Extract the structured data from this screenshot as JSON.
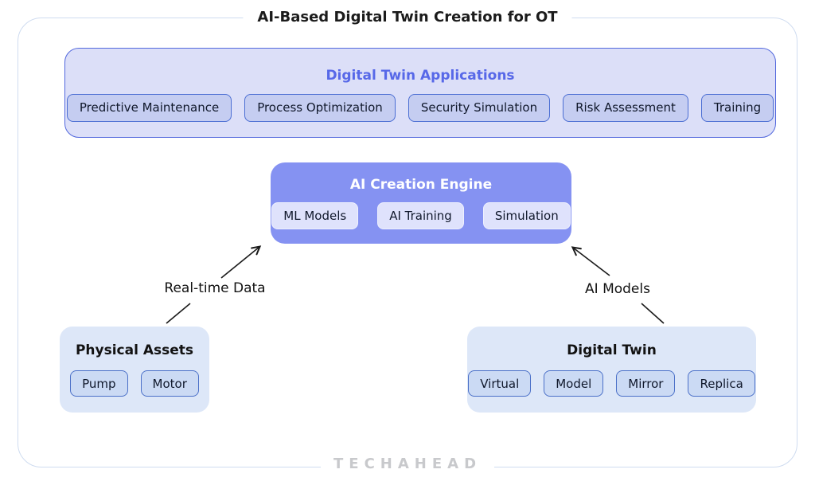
{
  "header": {
    "title": "AI-Based Digital Twin Creation for OT"
  },
  "applications": {
    "title": "Digital Twin Applications",
    "chips": [
      "Predictive Maintenance",
      "Process Optimization",
      "Security Simulation",
      "Risk Assessment",
      "Training"
    ]
  },
  "engine": {
    "title": "AI Creation Engine",
    "chips": [
      "ML Models",
      "AI Training",
      "Simulation"
    ]
  },
  "flows": {
    "left_label": "Real-time Data",
    "right_label": "AI Models"
  },
  "physical_assets": {
    "title": "Physical Assets",
    "chips": [
      "Pump",
      "Motor"
    ]
  },
  "digital_twin": {
    "title": "Digital Twin",
    "chips": [
      "Virtual",
      "Model",
      "Mirror",
      "Replica"
    ]
  },
  "footer": {
    "brand": "TECHAHEAD"
  },
  "colors": {
    "frame_border": "#cfdcf0",
    "apps_panel_fill": "#dcdff8",
    "apps_panel_border": "#5268dd",
    "apps_title_text": "#5768e8",
    "app_chip_fill": "#c5cdf1",
    "app_chip_border": "#4b6ed3",
    "engine_fill": "#8592f2",
    "engine_chip_fill": "#dfe2fc",
    "asset_panel_fill": "#dde7f8",
    "asset_chip_fill": "#cbdaf4",
    "asset_chip_border": "#4b70c8",
    "arrow_stroke": "#1a1a1a",
    "brand_text": "#c8c9cc"
  }
}
